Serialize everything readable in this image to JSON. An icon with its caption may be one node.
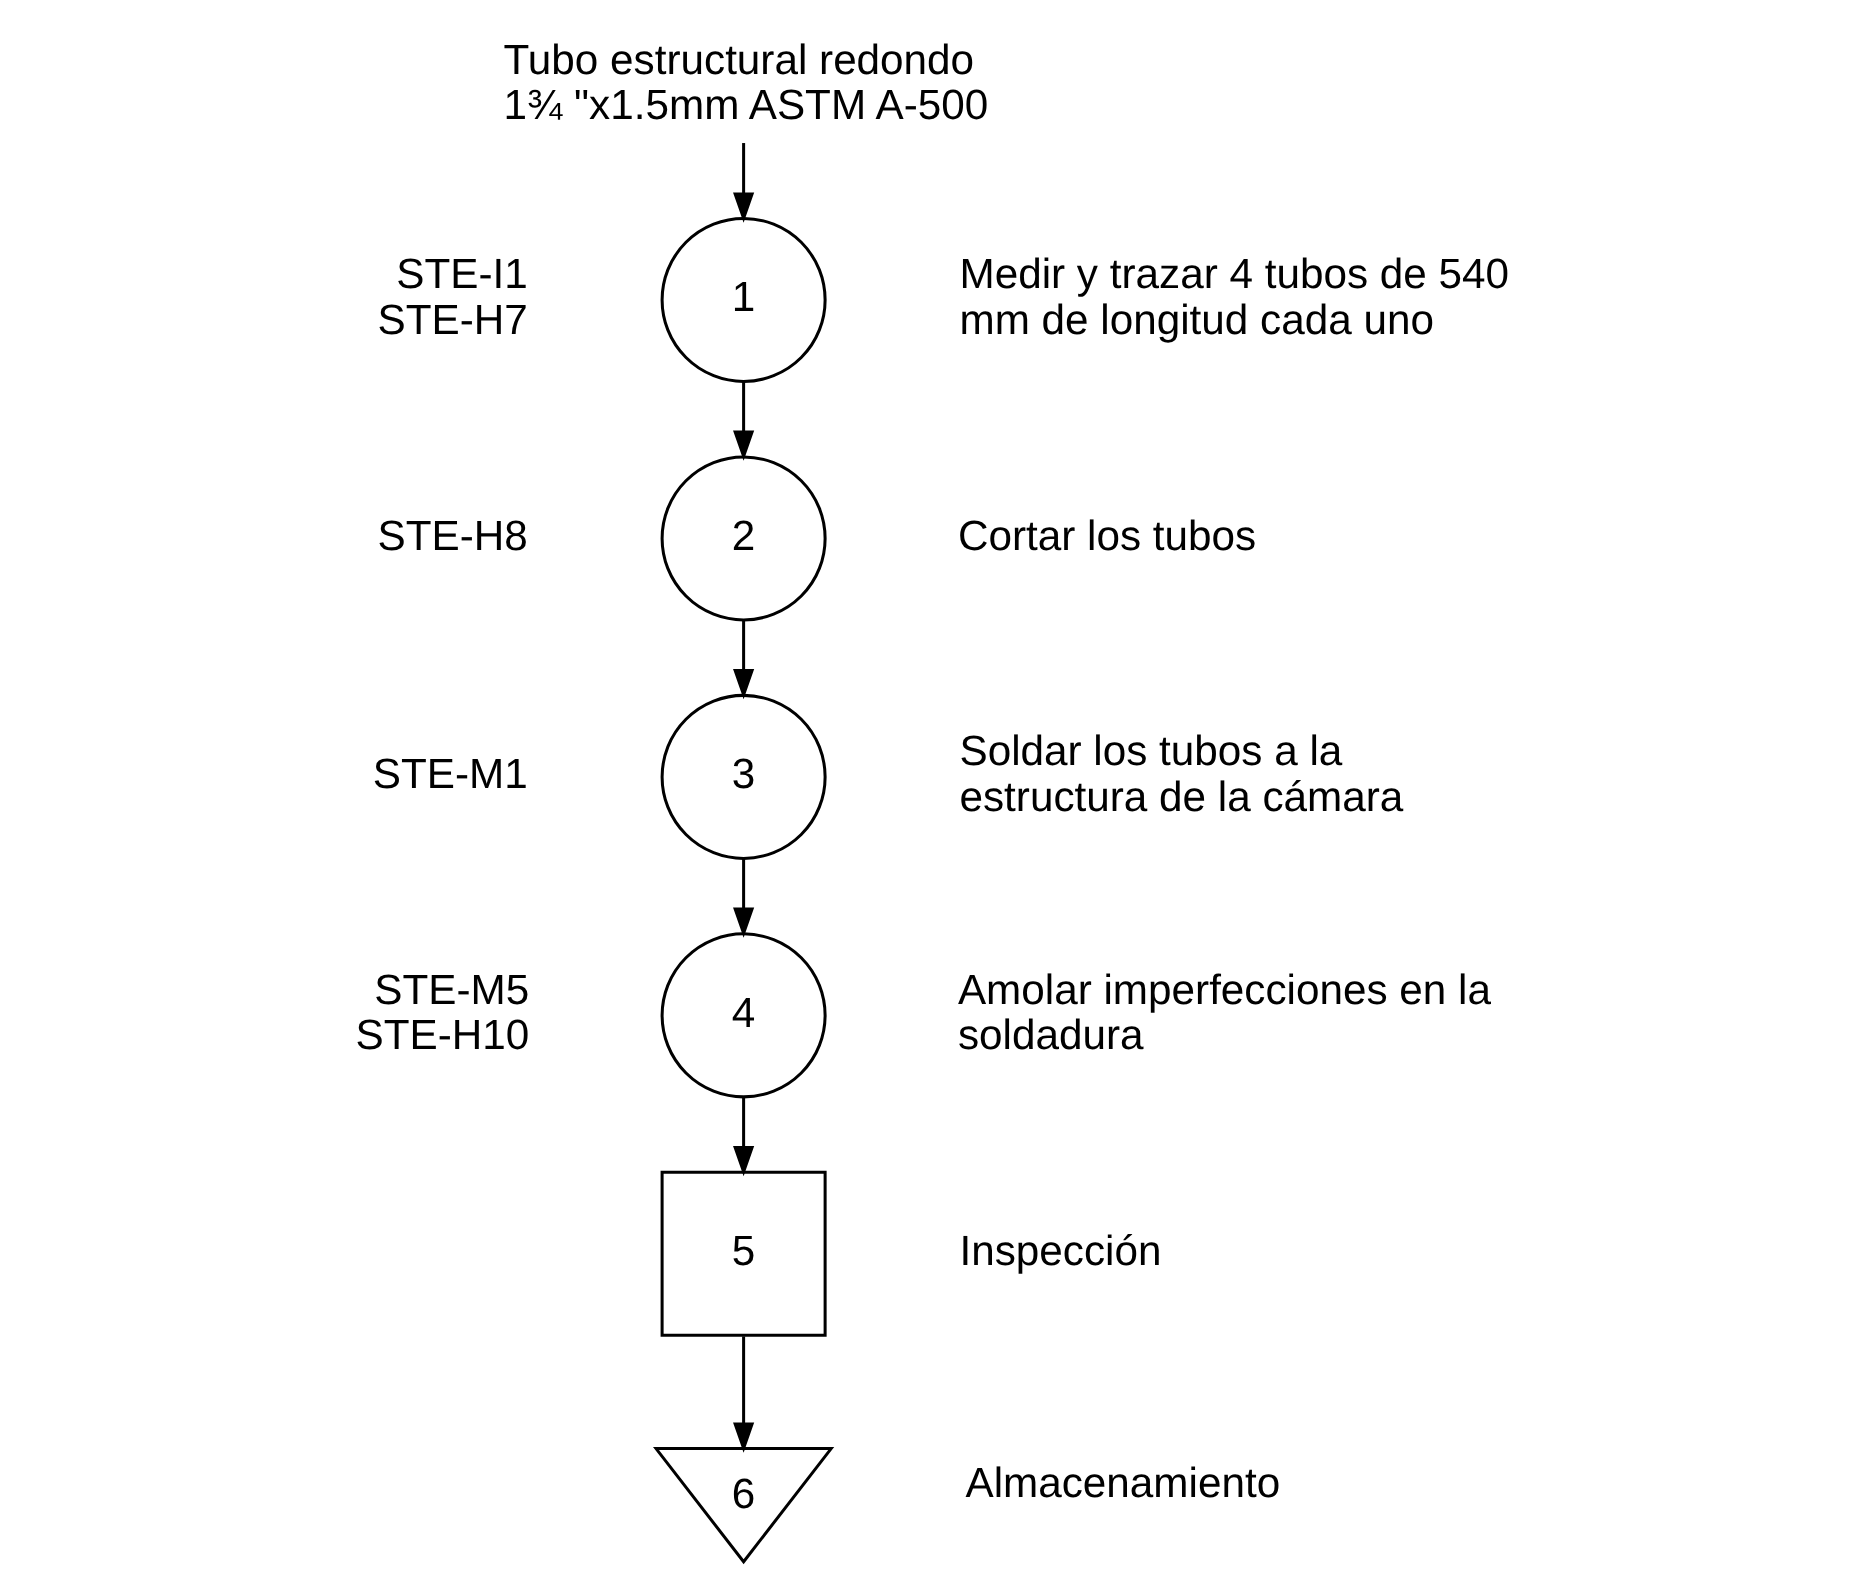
{
  "diagram": {
    "nodes": [
      {
        "text": [
          "Tubo estructural redondo 1¾ \"x1.5mm ASTM A-500"
        ]
      },
      {
        "text": [
          "1"
        ],
        "beside": [
          "STE-I1",
          "STE-H7",
          "Medir y trazar 4 tubos de 540 mm de longitud cada uno"
        ]
      },
      {
        "text": [
          "2"
        ],
        "beside": [
          "STE-H8",
          "Cortar los tubos"
        ]
      },
      {
        "text": [
          "3"
        ],
        "beside": [
          "STE-M1",
          "Soldar los tubos a la estructura de la cámara"
        ]
      },
      {
        "text": [
          "4"
        ],
        "beside": [
          "STE-M5",
          "STE-H10",
          "Amolar imperfecciones en la soldadura"
        ]
      },
      {
        "text": [
          "5"
        ],
        "beside": [
          "Inspección"
        ]
      },
      {
        "text": [
          "6"
        ],
        "beside": [
          "Almacenamiento"
        ]
      }
    ],
    "edges": [
      {
        "from": 0,
        "to": 1,
        "arrow": "to"
      },
      {
        "from": 1,
        "to": 2,
        "arrow": "to"
      },
      {
        "from": 2,
        "to": 3,
        "arrow": "to"
      },
      {
        "from": 3,
        "to": 4,
        "arrow": "to"
      },
      {
        "from": 4,
        "to": 5,
        "arrow": "to"
      },
      {
        "from": 5,
        "to": 6,
        "arrow": "to"
      }
    ]
  }
}
